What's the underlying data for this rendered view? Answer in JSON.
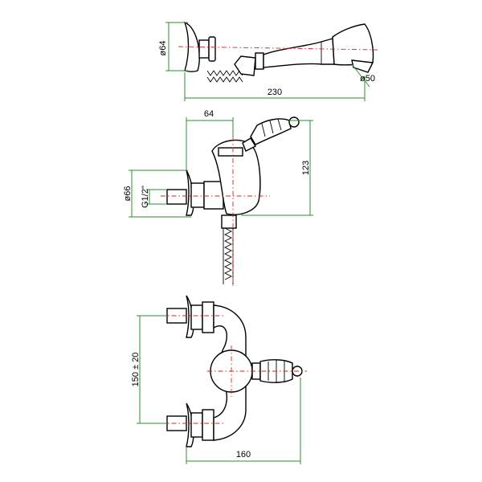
{
  "colors": {
    "outline": "#000000",
    "dimension_lines": "#2f8f2f",
    "center_lines": "#dd2222",
    "background": "#ffffff"
  },
  "dimensions": {
    "handshower_head_diameter": "ø64",
    "handshower_length": "230",
    "spray_face_diameter": "ø50",
    "body_width": "64",
    "body_height": "123",
    "wall_flange_diameter": "ø66",
    "inlet_thread": "G1/2\"",
    "inlet_center_distance": "150 ± 20",
    "overall_width": "160"
  }
}
